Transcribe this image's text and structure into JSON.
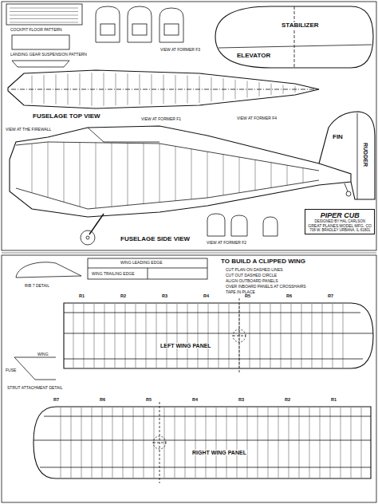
{
  "diagram": {
    "nodes": [
      {
        "text": [
          "PIPER CUB",
          "DESIGNED BY HAL CARLSON",
          "GREAT PLANES MODEL MFG. CO",
          "708 W. BRADLEY URBANA, IL 61801"
        ]
      }
    ],
    "labels": [
      "COCKPIT FLOOR PATTERN",
      "LANDING GEAR SUSPENSION PATTERN",
      "VIEW AT FORMER F3",
      "STABILIZER",
      "ELEVATOR",
      "FUSELAGE TOP VIEW",
      "VIEW AT THE FIREWALL",
      "VIEW AT FORMER F1",
      "VIEW AT FORMER F4",
      "FIN",
      "RUDDER",
      "FUSELAGE SIDE VIEW",
      "VIEW AT FORMER F2",
      "RIB 7 DETAIL",
      "WING LEADING EDGE",
      "WING TRAILING EDGE",
      "TO BUILD A CLIPPED WING",
      "CUT PLAN ON DASHED LINES",
      "CUT OUT DASHED CIRCLE",
      "ALIGN OUTBOARD PANELS",
      "OVER INBOARD PANELS AT CROSSHAIRS",
      "TAPE IN PLACE",
      "LEFT WING PANEL",
      "WING",
      "FUSE",
      "STRUT ATTACHMENT DETAIL",
      "RIGHT WING PANEL",
      "R1",
      "R2",
      "R3",
      "R4",
      "R5",
      "R6",
      "R7",
      "R7",
      "R6",
      "R5",
      "R4",
      "R3",
      "R2",
      "R1"
    ]
  }
}
